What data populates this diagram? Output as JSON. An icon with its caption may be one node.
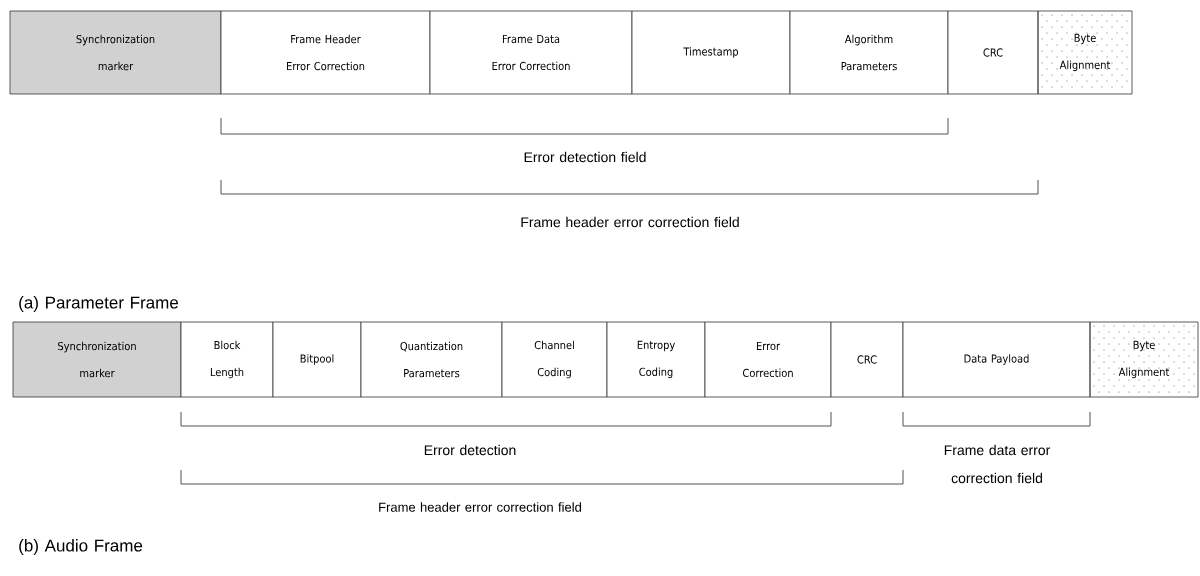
{
  "diagram": {
    "nodes": [
      {
        "text": [
          "Synchronization marker"
        ]
      },
      {
        "text": [
          "Frame Header Error Correction"
        ]
      },
      {
        "text": [
          "Frame Data Error Correction"
        ]
      },
      {
        "text": [
          "Timestamp"
        ]
      },
      {
        "text": [
          "Algorithm Parameters"
        ]
      },
      {
        "text": [
          "CRC"
        ]
      },
      {
        "text": [
          "Byte Alignment"
        ]
      },
      {
        "text": [
          "Synchronization marker"
        ]
      },
      {
        "text": [
          "Block Length"
        ]
      },
      {
        "text": [
          "Bitpool"
        ]
      },
      {
        "text": [
          "Quantization Parameters"
        ]
      },
      {
        "text": [
          "Channel Coding"
        ]
      },
      {
        "text": [
          "Entropy Coding"
        ]
      },
      {
        "text": [
          "Error Correction"
        ]
      },
      {
        "text": [
          "CRC"
        ]
      },
      {
        "text": [
          "Data Payload"
        ]
      },
      {
        "text": [
          "Byte Alignment"
        ]
      }
    ],
    "edges": [],
    "labels": [
      "Error detection field",
      "Frame header error correction field",
      "(a) Parameter Frame",
      "Error detection",
      "Frame data error correction field",
      "Frame header error correction field",
      "(b) Audio Frame"
    ]
  }
}
